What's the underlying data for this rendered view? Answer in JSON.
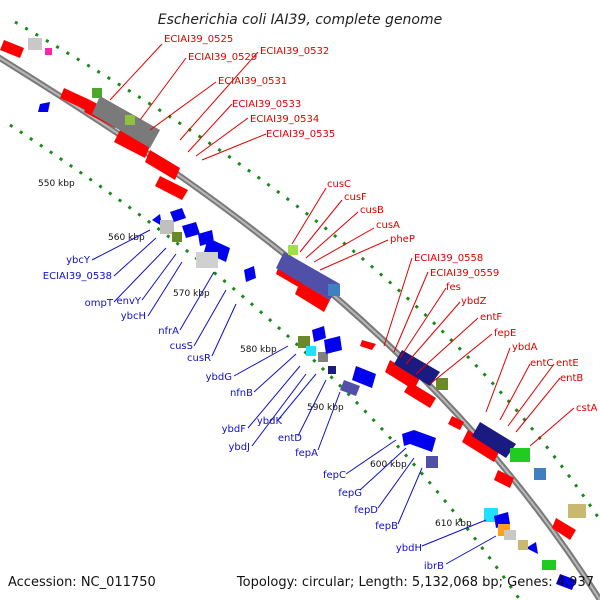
{
  "title": "Escherichia coli IAI39, complete genome",
  "footer": {
    "accession": "Accession: NC_011750",
    "info": "Topology: circular; Length: 5,132,068 bp; Genes: 4,937"
  },
  "colors": {
    "red_gene": "#ff0000",
    "blue_gene": "#0000ee",
    "backbone": "#8c8c8c",
    "tick": "#1a8a1a",
    "red_label": "#e00000",
    "blue_label": "#1010c8"
  },
  "kbp_labels": [
    "550 kbp",
    "560 kbp",
    "570 kbp",
    "580 kbp",
    "590 kbp",
    "600 kbp",
    "610 kbp"
  ],
  "red_labels": [
    "ECIAI39_0525",
    "ECIAI39_0529",
    "ECIAI39_0532",
    "ECIAI39_0531",
    "ECIAI39_0533",
    "ECIAI39_0534",
    "ECIAI39_0535",
    "cusC",
    "cusF",
    "cusB",
    "cusA",
    "pheP",
    "ECIAI39_0558",
    "ECIAI39_0559",
    "fes",
    "ybdZ",
    "entF",
    "fepE",
    "ybdA",
    "entC",
    "entE",
    "entB",
    "cstA"
  ],
  "blue_labels": [
    "ybcY",
    "ECIAI39_0538",
    "ompT",
    "envY",
    "ybcH",
    "nfrA",
    "cusS",
    "cusR",
    "ybdG",
    "nfnB",
    "ybdF",
    "ybdJ",
    "ybdK",
    "entD",
    "fepA",
    "fepC",
    "fepG",
    "fepD",
    "fepB",
    "ybdH",
    "ibrB"
  ]
}
